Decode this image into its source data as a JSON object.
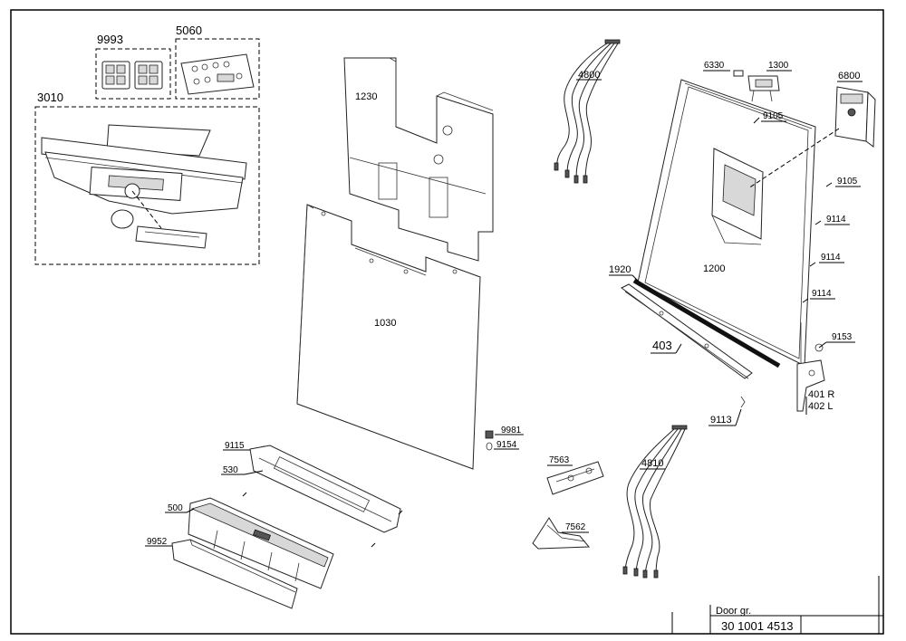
{
  "diagram": {
    "parts": {
      "p9993": "9993",
      "p5060": "5060",
      "p3010": "3010",
      "p1230": "1230",
      "p1030": "1030",
      "p4800": "4800",
      "p6330": "6330",
      "p1300": "1300",
      "p6800": "6800",
      "p9105a": "9105",
      "p9105b": "9105",
      "p9114a": "9114",
      "p9114b": "9114",
      "p9114c": "9114",
      "p1920": "1920",
      "p1200": "1200",
      "p403": "403",
      "p9153": "9153",
      "p401": "401 R",
      "p402": "402 L",
      "p9113": "9113",
      "p9981": "9981",
      "p9154": "9154",
      "p9115": "9115",
      "p530": "530",
      "p500": "500",
      "p9952": "9952",
      "p7563": "7563",
      "p7562": "7562",
      "p4810": "4810"
    },
    "title_block": {
      "group_name": "Door gr.",
      "drawing_number": "30 1001 4513"
    }
  }
}
